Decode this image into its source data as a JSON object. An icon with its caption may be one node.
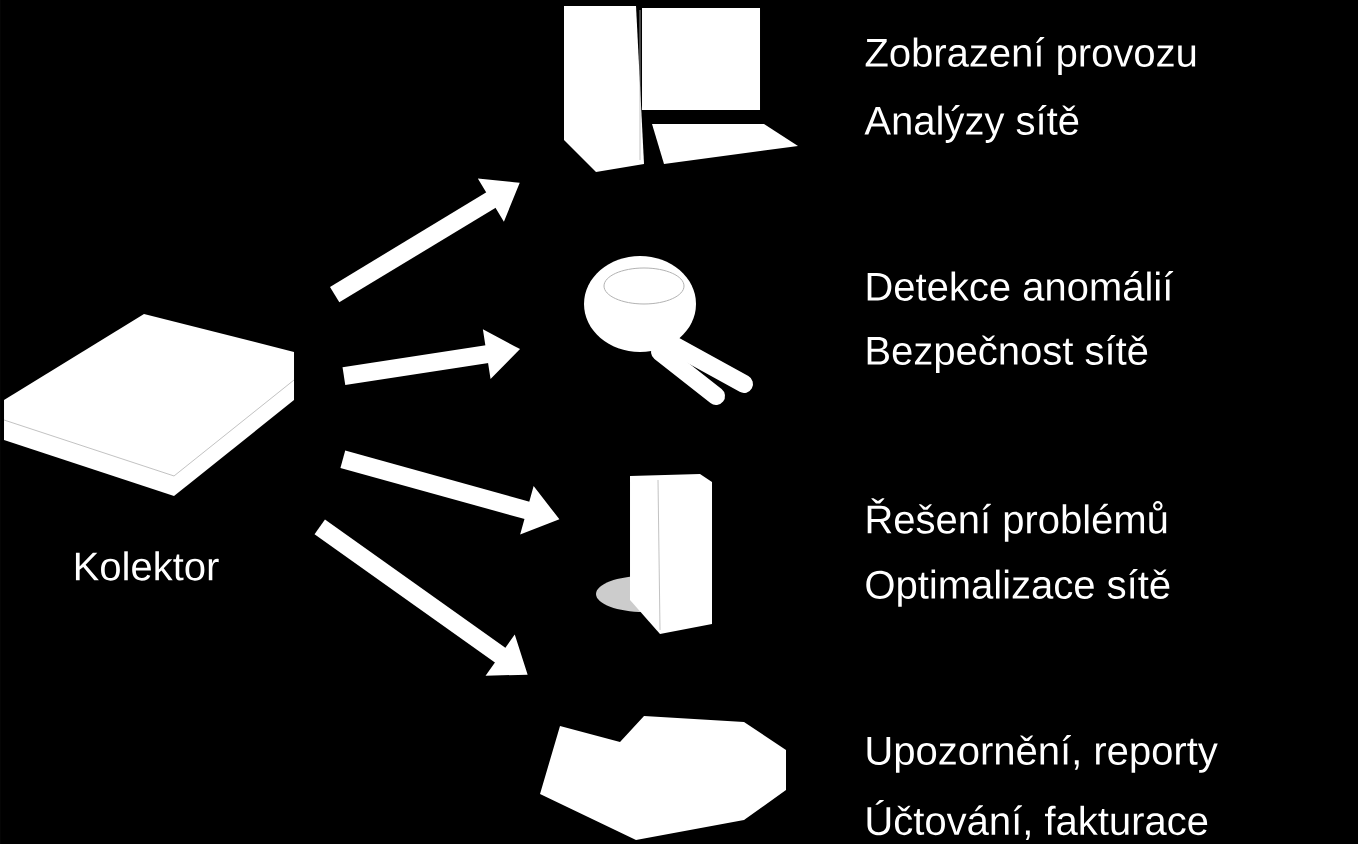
{
  "diagram": {
    "nodes": [
      {
        "text": [
          "Kolektor"
        ]
      },
      {
        "text": [],
        "shape": "picture",
        "beside": [
          "Zobrazení provozu",
          "Analýzy sítě"
        ]
      },
      {
        "text": [],
        "shape": "picture",
        "beside": [
          "Detekce anomálií",
          "Bezpečnost sítě"
        ]
      },
      {
        "text": [],
        "shape": "picture",
        "beside": [
          "Řešení problémů",
          "Optimalizace sítě"
        ]
      },
      {
        "text": [],
        "shape": "picture",
        "beside": [
          "Upozornění, reporty",
          "Účtování, fakturace"
        ]
      }
    ],
    "edges": [
      {
        "from": 0,
        "to": 1,
        "arrow": "to"
      },
      {
        "from": 0,
        "to": 2,
        "arrow": "to"
      },
      {
        "from": 0,
        "to": 3,
        "arrow": "to"
      },
      {
        "from": 0,
        "to": 4,
        "arrow": "to"
      }
    ]
  }
}
